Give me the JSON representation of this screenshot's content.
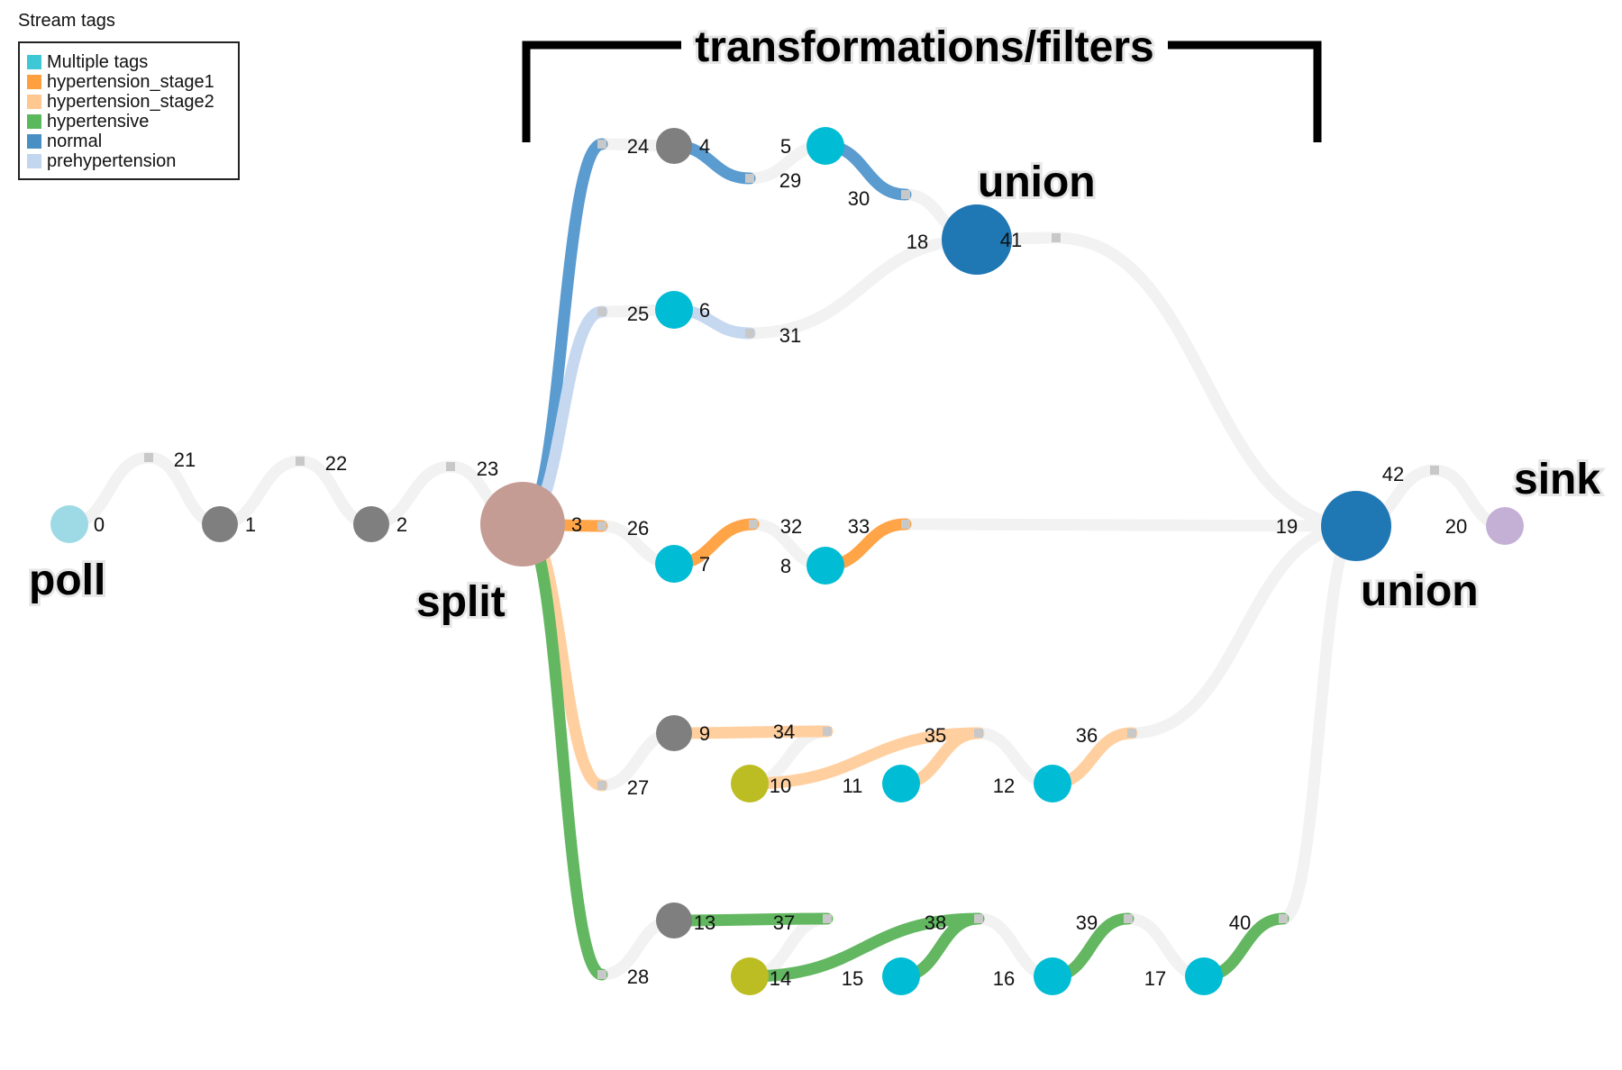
{
  "legend": {
    "title": "Stream tags",
    "items": [
      {
        "label": "Multiple tags",
        "color": "#3ec8d6"
      },
      {
        "label": "hypertension_stage1",
        "color": "#ffa040"
      },
      {
        "label": "hypertension_stage2",
        "color": "#ffc891"
      },
      {
        "label": "hypertensive",
        "color": "#5cb85c"
      },
      {
        "label": "normal",
        "color": "#4a8fc4"
      },
      {
        "label": "prehypertension",
        "color": "#c3d6ef"
      }
    ]
  },
  "annotations": {
    "transformations": "transformations/filters",
    "poll": "poll",
    "split": "split",
    "union_top": "union",
    "union_right": "union",
    "sink": "sink"
  },
  "colors": {
    "link_gray": "#f2f2f2",
    "port_gray": "#c8c8c8",
    "op_gray": "#7f7f7f",
    "op_cyan": "#00bcd4",
    "op_olive": "#bcbd22",
    "split": "#c49c94",
    "union": "#1f77b4",
    "poll": "#9edae5",
    "sink": "#c5b0d5"
  },
  "nodes": [
    {
      "id": "0",
      "kind": "poll"
    },
    {
      "id": "1",
      "kind": "gray"
    },
    {
      "id": "2",
      "kind": "gray"
    },
    {
      "id": "3",
      "kind": "split"
    },
    {
      "id": "4",
      "kind": "gray"
    },
    {
      "id": "5",
      "kind": "cyan"
    },
    {
      "id": "6",
      "kind": "cyan"
    },
    {
      "id": "7",
      "kind": "cyan"
    },
    {
      "id": "8",
      "kind": "cyan"
    },
    {
      "id": "9",
      "kind": "gray"
    },
    {
      "id": "10",
      "kind": "olive"
    },
    {
      "id": "11",
      "kind": "cyan"
    },
    {
      "id": "12",
      "kind": "cyan"
    },
    {
      "id": "13",
      "kind": "gray"
    },
    {
      "id": "14",
      "kind": "olive"
    },
    {
      "id": "15",
      "kind": "cyan"
    },
    {
      "id": "16",
      "kind": "cyan"
    },
    {
      "id": "17",
      "kind": "cyan"
    },
    {
      "id": "18",
      "kind": "union"
    },
    {
      "id": "19",
      "kind": "union"
    },
    {
      "id": "20",
      "kind": "sink"
    }
  ],
  "ports": [
    "21",
    "22",
    "23",
    "24",
    "25",
    "26",
    "27",
    "28",
    "29",
    "30",
    "31",
    "32",
    "33",
    "34",
    "35",
    "36",
    "37",
    "38",
    "39",
    "40",
    "41",
    "42"
  ],
  "links": [
    {
      "from": "0",
      "port": "21",
      "to": "1",
      "tag": "none"
    },
    {
      "from": "1",
      "port": "22",
      "to": "2",
      "tag": "none"
    },
    {
      "from": "2",
      "port": "23",
      "to": "3",
      "tag": "none"
    },
    {
      "from": "3",
      "port": "24",
      "to": "4",
      "tag": "normal"
    },
    {
      "from": "3",
      "port": "25",
      "to": "6",
      "tag": "prehypertension"
    },
    {
      "from": "3",
      "port": "26",
      "to": "7",
      "tag": "hypertension_stage1"
    },
    {
      "from": "3",
      "port": "27",
      "to": "9",
      "tag": "hypertension_stage2"
    },
    {
      "from": "3",
      "port": "28",
      "to": "13",
      "tag": "hypertensive"
    },
    {
      "from": "4",
      "port": "29",
      "to": "5",
      "tag": "normal"
    },
    {
      "from": "5",
      "port": "30",
      "to": "18",
      "tag": "normal"
    },
    {
      "from": "6",
      "port": "31",
      "to": "18",
      "tag": "prehypertension"
    },
    {
      "from": "7",
      "port": "32",
      "to": "8",
      "tag": "hypertension_stage1"
    },
    {
      "from": "8",
      "port": "33",
      "to": "19",
      "tag": "hypertension_stage1"
    },
    {
      "from": "9",
      "port": "34",
      "to": "10",
      "tag": "hypertension_stage2"
    },
    {
      "from": "10",
      "port": "35",
      "to": "11",
      "tag": "hypertension_stage2"
    },
    {
      "from": "11",
      "port": "35",
      "to": "12",
      "tag": "hypertension_stage2"
    },
    {
      "from": "12",
      "port": "36",
      "to": "19",
      "tag": "hypertension_stage2"
    },
    {
      "from": "13",
      "port": "37",
      "to": "14",
      "tag": "hypertensive"
    },
    {
      "from": "14",
      "port": "38",
      "to": "15",
      "tag": "hypertensive"
    },
    {
      "from": "15",
      "port": "38",
      "to": "16",
      "tag": "hypertensive"
    },
    {
      "from": "16",
      "port": "39",
      "to": "17",
      "tag": "hypertensive"
    },
    {
      "from": "17",
      "port": "40",
      "to": "19",
      "tag": "hypertensive"
    },
    {
      "from": "18",
      "port": "41",
      "to": "19",
      "tag": "none"
    },
    {
      "from": "19",
      "port": "42",
      "to": "20",
      "tag": "none"
    }
  ]
}
